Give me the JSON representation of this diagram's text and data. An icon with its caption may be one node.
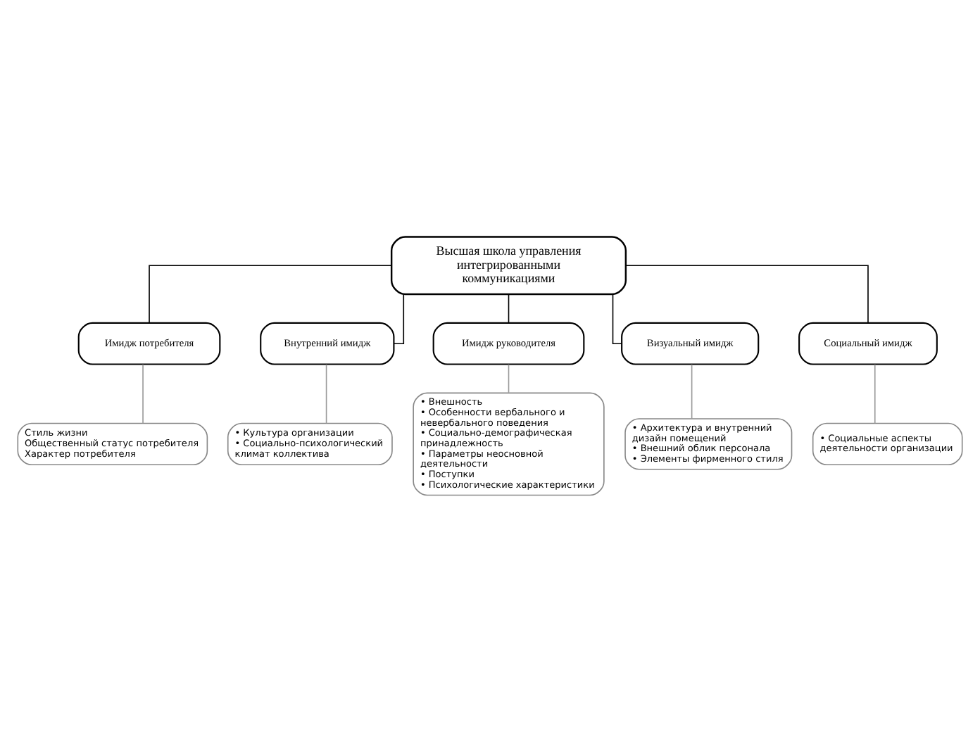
{
  "diagram": {
    "nodes": [
      {
        "text": [
          "Высшая школа управления интегрированными коммуникациями"
        ]
      },
      {
        "text": [
          "Имидж потребителя"
        ]
      },
      {
        "text": [
          "Внутренний имидж"
        ]
      },
      {
        "text": [
          "Имидж руководителя"
        ]
      },
      {
        "text": [
          "Визуальный имидж"
        ]
      },
      {
        "text": [
          "Социальный имидж"
        ]
      },
      {
        "text": [
          "Стиль жизни",
          "Общественный статус потребителя",
          "Характер потребителя"
        ]
      },
      {
        "text": [
          "• Культура организации",
          "• Социально-психологический климат коллектива"
        ]
      },
      {
        "text": [
          "• Внешность",
          "• Особенности вербального и невербального поведения",
          "• Социально-демографическая принадлежность",
          "• Параметры неосновной деятельности",
          "• Поступки",
          "• Психологические характеристики"
        ]
      },
      {
        "text": [
          "• Архитектура и внутренний дизайн помещений",
          "• Внешний облик персонала",
          "• Элементы фирменного стиля"
        ]
      },
      {
        "text": [
          "• Социальные аспекты деятельности организации"
        ]
      }
    ],
    "edges": [
      {
        "from": 0,
        "to": 1,
        "arrow": "none"
      },
      {
        "from": 0,
        "to": 2,
        "arrow": "none"
      },
      {
        "from": 0,
        "to": 3,
        "arrow": "none"
      },
      {
        "from": 0,
        "to": 4,
        "arrow": "none"
      },
      {
        "from": 0,
        "to": 5,
        "arrow": "none"
      },
      {
        "from": 1,
        "to": 6,
        "arrow": "none",
        "color": "#999999"
      },
      {
        "from": 2,
        "to": 7,
        "arrow": "none",
        "color": "#999999"
      },
      {
        "from": 3,
        "to": 8,
        "arrow": "none",
        "color": "#999999"
      },
      {
        "from": 4,
        "to": 9,
        "arrow": "none",
        "color": "#999999"
      },
      {
        "from": 5,
        "to": 10,
        "arrow": "none",
        "color": "#999999"
      }
    ]
  }
}
